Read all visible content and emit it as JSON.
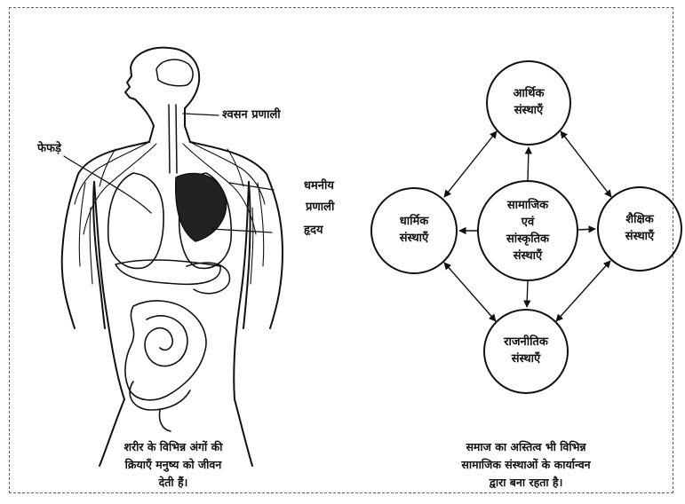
{
  "anatomy": {
    "labels": {
      "respiratory": "श्वसन प्रणाली",
      "lungs": "फेफड़े",
      "arterial_line1": "धमनीय",
      "arterial_line2": "प्रणाली",
      "heart": "हृदय"
    },
    "caption": [
      "शरीर के विभिन्न अंगों की",
      "क्रियाएँ मनुष्य को जीवन",
      "देती हैं।"
    ]
  },
  "institutions": {
    "center": [
      "सामाजिक",
      "एवं",
      "सांस्कृतिक",
      "संस्थाएँ"
    ],
    "top": [
      "आर्थिक",
      "संस्थाएँ"
    ],
    "left": [
      "धार्मिक",
      "संस्थाएँ"
    ],
    "right": [
      "शैक्षिक",
      "संस्थाएँ"
    ],
    "bottom": [
      "राजनीतिक",
      "संस्थाएँ"
    ],
    "caption": [
      "समाज का अस्तित्व भी विभिन्न",
      "सामाजिक संस्थाओं के कार्यान्वन",
      "द्वारा बना रहता है।"
    ]
  }
}
